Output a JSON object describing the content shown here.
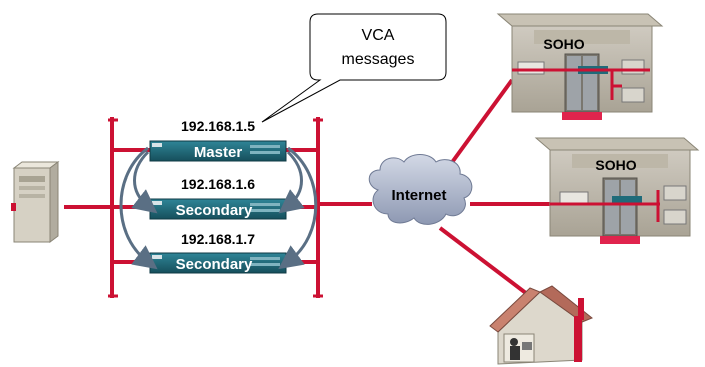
{
  "callout": {
    "line1": "VCA",
    "line2": "messages"
  },
  "devices": [
    {
      "ip": "192.168.1.5",
      "role": "Master"
    },
    {
      "ip": "192.168.1.6",
      "role": "Secondary"
    },
    {
      "ip": "192.168.1.7",
      "role": "Secondary"
    }
  ],
  "cloud": {
    "label": "Internet"
  },
  "sites": [
    {
      "label": "SOHO"
    },
    {
      "label": "SOHO"
    }
  ],
  "colors": {
    "link": "#cc1133",
    "device": "#1f6b7a",
    "cloud": "#a9b3c9",
    "arrow": "#5a6f84"
  }
}
